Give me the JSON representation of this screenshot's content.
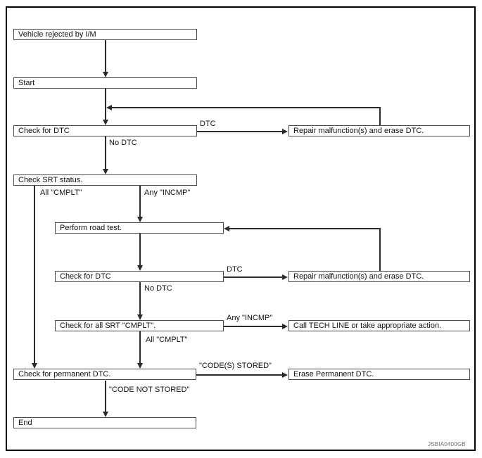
{
  "diagram": {
    "figure_id": "JSBIA0400GB",
    "nodes": {
      "vehicle_rejected": {
        "label": "Vehicle rejected by I/M"
      },
      "start": {
        "label": "Start"
      },
      "check_dtc_1": {
        "label": "Check for DTC"
      },
      "repair_1": {
        "label": "Repair malfunction(s) and erase DTC."
      },
      "check_srt": {
        "label": "Check SRT status."
      },
      "perform_road_test": {
        "label": "Perform road test."
      },
      "check_dtc_2": {
        "label": "Check for DTC"
      },
      "repair_2": {
        "label": "Repair malfunction(s) and erase DTC."
      },
      "check_all_srt": {
        "label": "Check for all SRT \"CMPLT\"."
      },
      "call_tech_line": {
        "label": "Call TECH LINE or take appropriate action."
      },
      "check_permanent": {
        "label": "Check for permanent DTC."
      },
      "erase_permanent": {
        "label": "Erase Permanent DTC."
      },
      "end": {
        "label": "End"
      }
    },
    "edge_labels": {
      "dtc_1": "DTC",
      "no_dtc_1": "No DTC",
      "all_cmplt_1": "All \"CMPLT\"",
      "any_incmp_1": "Any \"INCMP\"",
      "dtc_2": "DTC",
      "no_dtc_2": "No DTC",
      "any_incmp_2": "Any \"INCMP\"",
      "all_cmplt_2": "All \"CMPLT\"",
      "codes_stored": "\"CODE(S) STORED\"",
      "code_not_stored": "\"CODE NOT STORED\""
    }
  }
}
